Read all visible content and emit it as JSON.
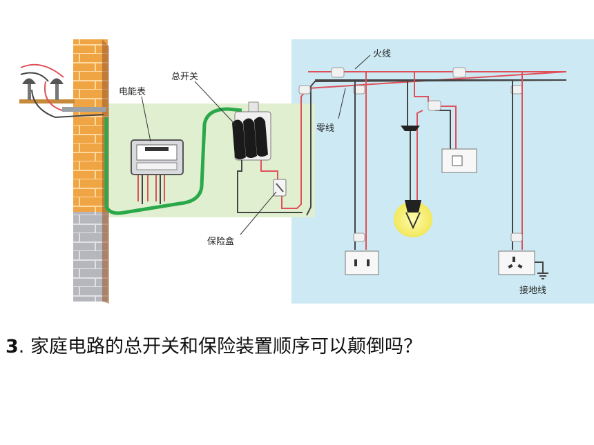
{
  "diagram": {
    "labels": {
      "live_wire": "火线",
      "neutral_wire": "零线",
      "meter": "电能表",
      "main_switch": "总开关",
      "fuse_box": "保险盒",
      "ground_wire": "接地线"
    }
  },
  "question": {
    "number": "3",
    "separator": ".",
    "text": "家庭电路的总开关和保险装置顺序可以颠倒吗？"
  },
  "colors": {
    "room_bg": "#cde9f3",
    "panel_bg": "#e0efcf",
    "brick": "#f0a545",
    "brick_lower": "#b6b6bd",
    "live_wire": "#e0505a",
    "neutral_wire": "#444444",
    "green_wire": "#2aa84a",
    "lamp_glow": "#f7f07a"
  }
}
